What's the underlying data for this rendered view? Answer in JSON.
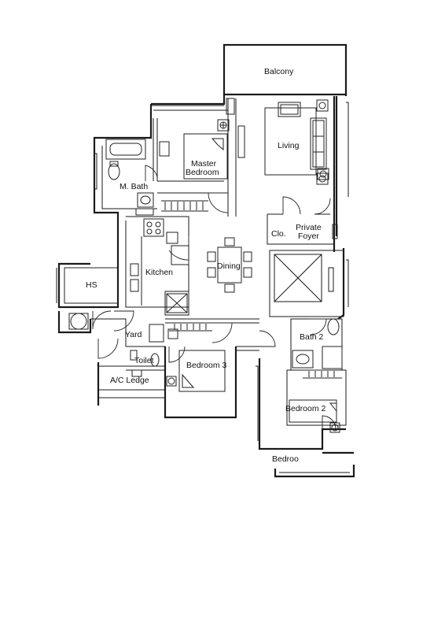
{
  "rooms": {
    "balcony": "Balcony",
    "living": "Living",
    "master_bedroom_line1": "Master",
    "master_bedroom_line2": "Bedroom",
    "master_bath": "M. Bath",
    "closet": "Clo.",
    "private_foyer_line1": "Private",
    "private_foyer_line2": "Foyer",
    "kitchen": "Kitchen",
    "dining": "Dining",
    "household_shelter": "HS",
    "yard": "Yard",
    "toilet": "Toilet",
    "bath_2": "Bath 2",
    "bedroom_3": "Bedroom 3",
    "ac_ledge": "A/C Ledge",
    "bedroom_2": "Bedroom 2",
    "bedroom_partial": "Bedroo"
  }
}
